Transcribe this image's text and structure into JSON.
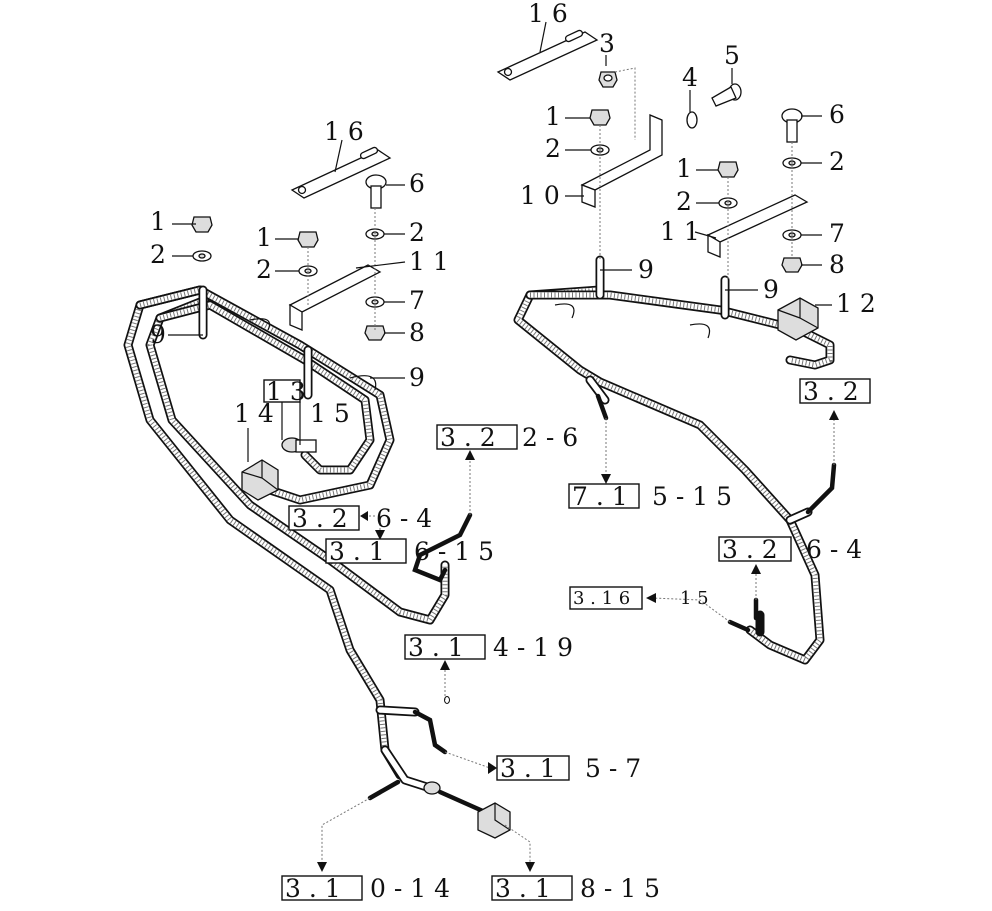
{
  "callouts": {
    "left": {
      "c16": "1 6",
      "c6": "6",
      "c1a": "1",
      "c2a": "2",
      "c1b": "1",
      "c2b": "2",
      "c2c": "2",
      "c11": "1 1",
      "c7": "7",
      "c8": "8",
      "c9a": "9",
      "c9b": "9",
      "c13": "1 3",
      "c14": "1 4",
      "c15": "1 5"
    },
    "right": {
      "c16": "1 6",
      "c3": "3",
      "c4": "4",
      "c5": "5",
      "c1a": "1",
      "c2a": "2",
      "c10": "1 0",
      "c6": "6",
      "c1b": "1",
      "c2b": "2",
      "c11": "1 1",
      "c2c": "2",
      "c7": "7",
      "c8": "8",
      "c9a": "9",
      "c9b": "9",
      "c12": "1 2"
    }
  },
  "references": {
    "r3_22_6": {
      "box": "3 . 2",
      "tail": "2 - 6"
    },
    "r3_26_4_left": {
      "box": "3 . 2",
      "tail": "6 - 4"
    },
    "r3_16_15_left": {
      "box": "3 . 1",
      "tail": "6 - 1 5"
    },
    "r3_14_19": {
      "box": "3 . 1",
      "tail": "4 - 1 9"
    },
    "r3_15_7": {
      "box": "3 . 1",
      "tail": "5 - 7"
    },
    "r3_10_14": {
      "box": "3 . 1",
      "tail": "0 - 1 4"
    },
    "r3_18_15": {
      "box": "3 . 1",
      "tail": "8 - 1 5"
    },
    "r7_15_15": {
      "box": "7 . 1",
      "tail": "5 - 1 5"
    },
    "r3_2_right": {
      "box": "3 . 2",
      "tail": ""
    },
    "r3_26_4_right": {
      "box": "3 . 2",
      "tail": "6 - 4"
    },
    "r3_16_15_right": {
      "box": "3 . 1 6",
      "tail": "1 5"
    }
  }
}
